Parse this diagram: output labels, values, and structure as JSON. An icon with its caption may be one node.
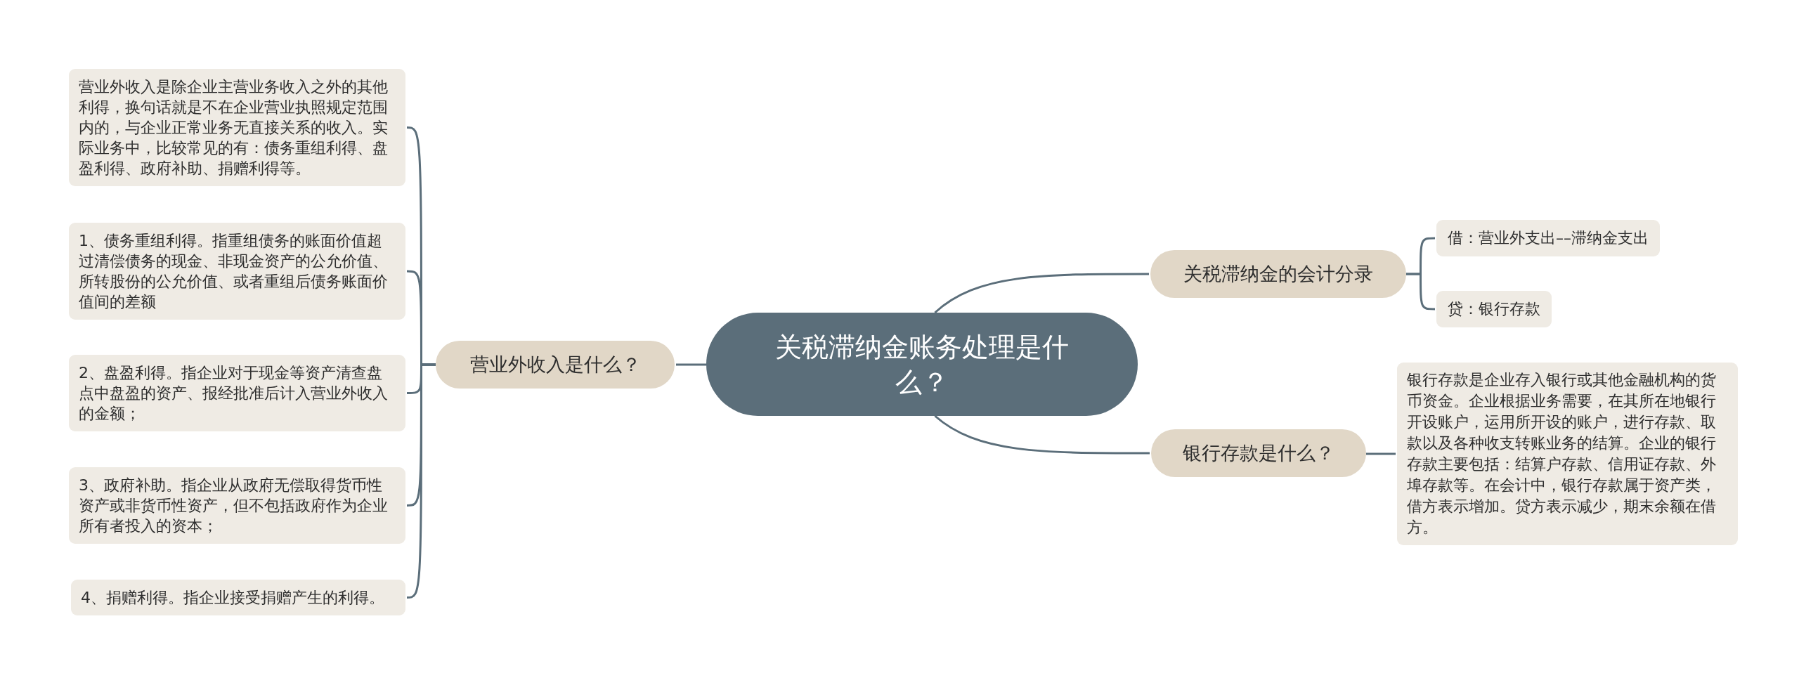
{
  "diagram": {
    "nodes": [
      {
        "text": [
          "关税滞纳金账务处理是什么？"
        ]
      },
      {
        "text": [
          "营业外收入是什么？"
        ]
      },
      {
        "text": [
          "营业外收入是除企业主营业务收入之外的其他利得，换句话就是不在企业营业执照规定范围内的，与企业正常业务无直接关系的收入。实际业务中，比较常见的有：债务重组利得、盘盈利得、政府补助、捐赠利得等。"
        ]
      },
      {
        "text": [
          "1、债务重组利得。指重组债务的账面价值超过清偿债务的现金、非现金资产的公允价值、所转股份的公允价值、或者重组后债务账面价值间的差额"
        ]
      },
      {
        "text": [
          "2、盘盈利得。指企业对于现金等资产清查盘点中盘盈的资产、报经批准后计入营业外收入的金额；"
        ]
      },
      {
        "text": [
          "3、政府补助。指企业从政府无偿取得货币性资产或非货币性资产，但不包括政府作为企业所有者投入的资本；"
        ]
      },
      {
        "text": [
          "4、捐赠利得。指企业接受捐赠产生的利得。"
        ]
      },
      {
        "text": [
          "关税滞纳金的会计分录"
        ]
      },
      {
        "text": [
          "借：营业外支出––滞纳金支出"
        ]
      },
      {
        "text": [
          "贷：银行存款"
        ]
      },
      {
        "text": [
          "银行存款是什么？"
        ]
      },
      {
        "text": [
          "银行存款是企业存入银行或其他金融机构的货币资金。企业根据业务需要，在其所在地银行开设账户，运用所开设的账户，进行存款、取款以及各种收支转账业务的结算。企业的银行存款主要包括：结算户存款、信用证存款、外埠存款等。在会计中，银行存款属于资产类，借方表示增加。贷方表示减少，期末余额在借方。"
        ]
      }
    ],
    "edges": [
      {
        "from": 0,
        "to": 1,
        "arrow": "none"
      },
      {
        "from": 1,
        "to": 2,
        "arrow": "none"
      },
      {
        "from": 1,
        "to": 3,
        "arrow": "none"
      },
      {
        "from": 1,
        "to": 4,
        "arrow": "none"
      },
      {
        "from": 1,
        "to": 5,
        "arrow": "none"
      },
      {
        "from": 1,
        "to": 6,
        "arrow": "none"
      },
      {
        "from": 0,
        "to": 7,
        "arrow": "none"
      },
      {
        "from": 7,
        "to": 8,
        "arrow": "none"
      },
      {
        "from": 7,
        "to": 9,
        "arrow": "none"
      },
      {
        "from": 0,
        "to": 10,
        "arrow": "none"
      },
      {
        "from": 10,
        "to": 11,
        "arrow": "none"
      }
    ]
  }
}
